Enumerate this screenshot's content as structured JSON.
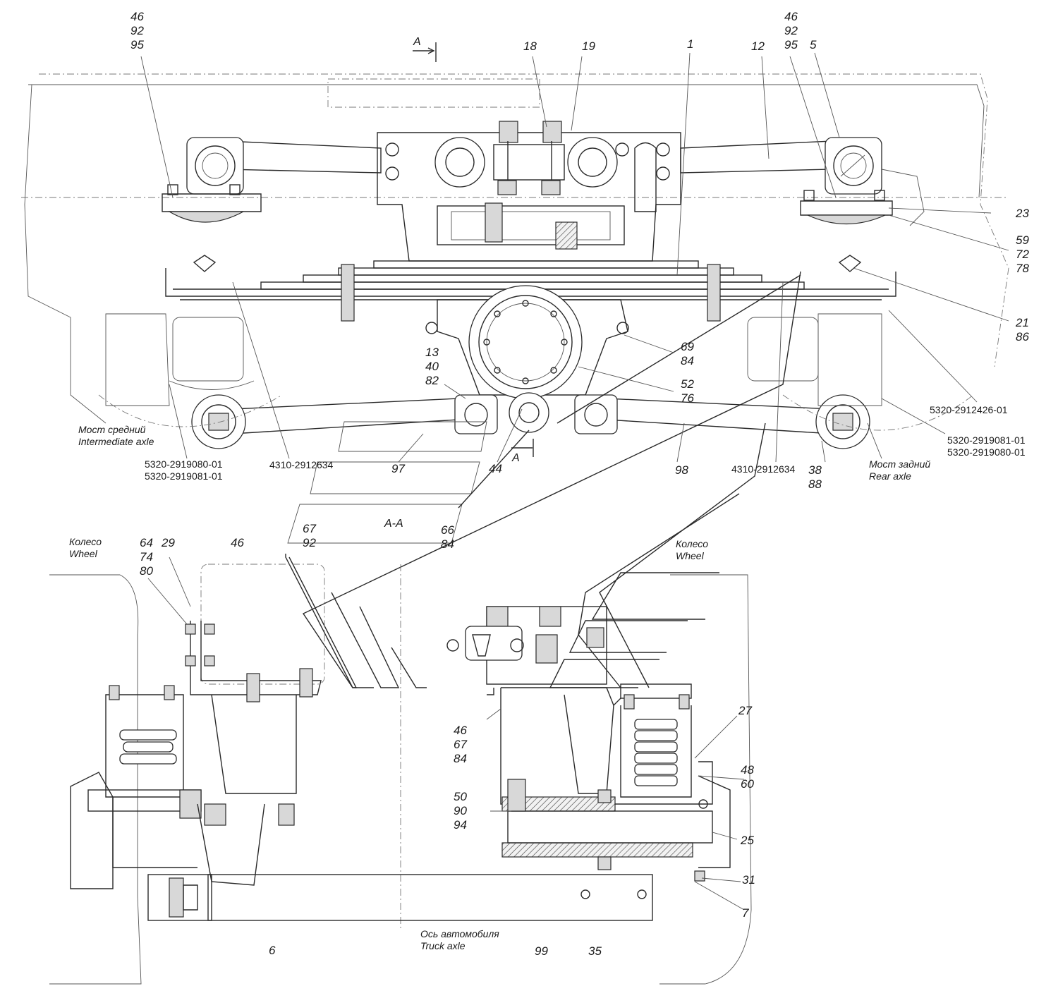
{
  "section_labels": {
    "a_top": "A",
    "a_bottom": "A",
    "section_title": "A-A"
  },
  "captions": {
    "intermediate_axle_ru": "Мост средний",
    "intermediate_axle_en": "Intermediate axle",
    "rear_axle_ru": "Мост задний",
    "rear_axle_en": "Rear axle",
    "wheel_left_ru": "Колесо",
    "wheel_left_en": "Wheel",
    "wheel_right_ru": "Колесо",
    "wheel_right_en": "Wheel",
    "truck_axle_ru": "Ось автомобиля",
    "truck_axle_en": "Truck axle"
  },
  "part_numbers": {
    "pn_left_a": "5320-2919080-01",
    "pn_left_b": "5320-2919081-01",
    "pn_left_rod": "4310-2912634",
    "pn_right_rod": "4310-2912634",
    "pn_right_spring": "5320-2912426-01",
    "pn_right_a": "5320-2919081-01",
    "pn_right_b": "5320-2919080-01"
  },
  "callouts": {
    "c_46_92_95_left": [
      "46",
      "92",
      "95"
    ],
    "c_18": "18",
    "c_19": "19",
    "c_1": "1",
    "c_12": "12",
    "c_46_92_95_right": [
      "46",
      "92",
      "95"
    ],
    "c_5": "5",
    "c_23": "23",
    "c_59_72_78": [
      "59",
      "72",
      "78"
    ],
    "c_21_86": [
      "21",
      "86"
    ],
    "c_69_84": [
      "69",
      "84"
    ],
    "c_13_40_82": [
      "13",
      "40",
      "82"
    ],
    "c_52_76": [
      "52",
      "76"
    ],
    "c_97": "97",
    "c_44": "44",
    "c_98": "98",
    "c_38_88": [
      "38",
      "88"
    ],
    "c_67_92": [
      "67",
      "92"
    ],
    "c_66_84": [
      "66",
      "84"
    ],
    "c_64_74_80": [
      "64",
      "74",
      "80"
    ],
    "c_29": "29",
    "c_46_lower": "46",
    "c_27": "27",
    "c_48_60": [
      "48",
      "60"
    ],
    "c_46_67_84": [
      "46",
      "67",
      "84"
    ],
    "c_50_90_94": [
      "50",
      "90",
      "94"
    ],
    "c_25": "25",
    "c_31": "31",
    "c_7": "7",
    "c_6": "6",
    "c_99": "99",
    "c_35": "35"
  }
}
